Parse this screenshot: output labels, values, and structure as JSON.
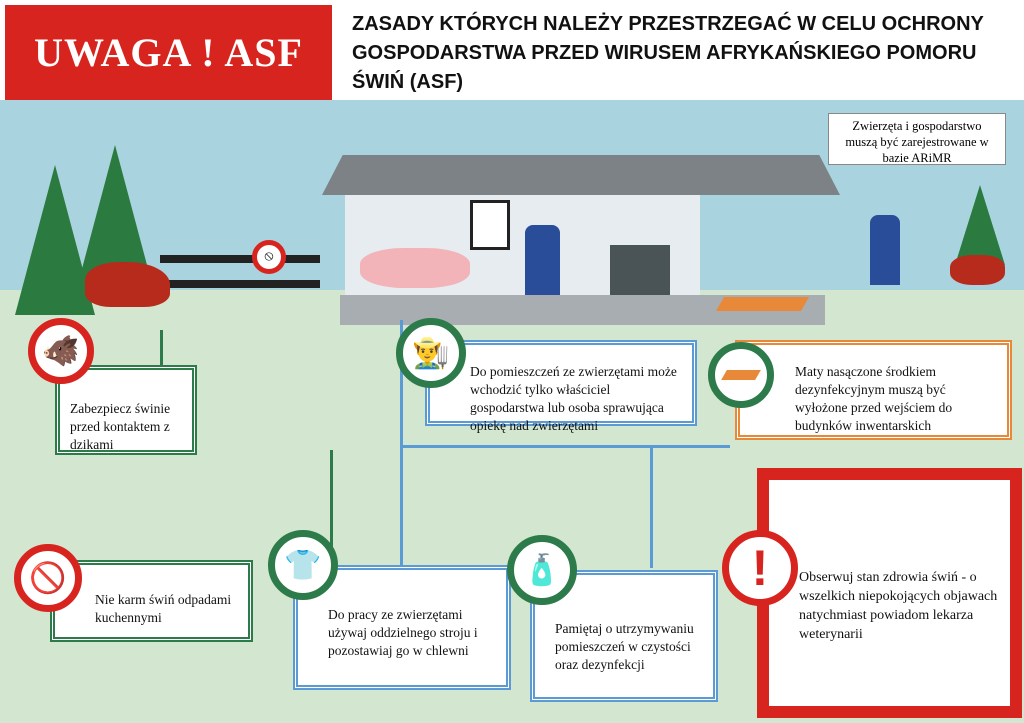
{
  "header": {
    "badge": "UWAGA ! ASF",
    "title": "ZASADY KTÓRYCH NALEŻY PRZESTRZEGAĆ W CELU OCHRONY GOSPODARSTWA PRZED WIRUSEM AFRYKAŃSKIEGO POMORU ŚWIŃ (ASF)"
  },
  "scene": {
    "registration_note": "Zwierzęta i gospodarstwo muszą być zarejestrowane w bazie ARiMR"
  },
  "rules": [
    {
      "text": "Zabezpiecz świnie przed kontaktem z dzikami",
      "icon": "no-wild-boar-icon"
    },
    {
      "text": "Do pomieszczeń ze zwierzętami może wchodzić tylko właściciel gospodarstwa lub osoba sprawująca opiekę nad zwierzętami",
      "icon": "farmer-icon"
    },
    {
      "text": "Maty nasączone środkiem dezynfekcyjnym muszą być wyłożone przed wejściem do budynków inwentarskich",
      "icon": "mat-icon"
    },
    {
      "text": "Nie karm świń odpadami kuchennymi",
      "icon": "no-kitchen-waste-icon"
    },
    {
      "text": "Do pracy ze zwierzętami używaj oddzielnego stroju i pozostawiaj go w chlewni",
      "icon": "clothing-icon"
    },
    {
      "text": "Pamiętaj o utrzymywaniu pomieszczeń w czystości oraz dezynfekcji",
      "icon": "spray-icon"
    },
    {
      "text": "Obserwuj stan zdrowia świń - o wszelkich niepokojących objawach natychmiast powiadom lekarza weterynarii",
      "icon": "exclamation-icon"
    }
  ],
  "colors": {
    "red": "#d8241f",
    "green": "#2d7a4a",
    "blue": "#5a9bd5",
    "orange": "#e8893a"
  }
}
